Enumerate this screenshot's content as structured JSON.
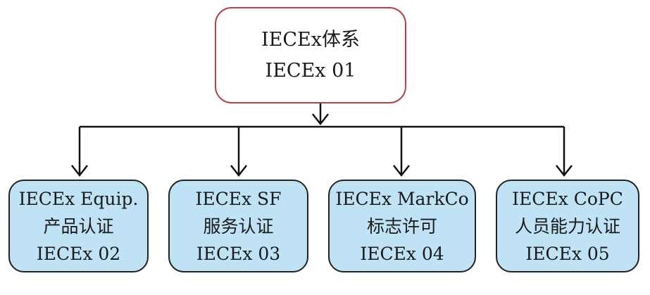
{
  "root": {
    "line1": "IECEx体系",
    "line2": "IECEx 01",
    "border_color": "#b5404a"
  },
  "children": [
    {
      "line1": "IECEx  Equip.",
      "line2": "产品认证",
      "line3": "IECEx 02"
    },
    {
      "line1": "IECEx  SF",
      "line2": "服务认证",
      "line3": "IECEx 03"
    },
    {
      "line1": "IECEx MarkCo",
      "line2": "标志许可",
      "line3": "IECEx 04"
    },
    {
      "line1": "IECEx CoPC",
      "line2": "人员能力认证",
      "line3": "IECEx 05"
    }
  ],
  "colors": {
    "child_fill": "#bfe3f4"
  }
}
